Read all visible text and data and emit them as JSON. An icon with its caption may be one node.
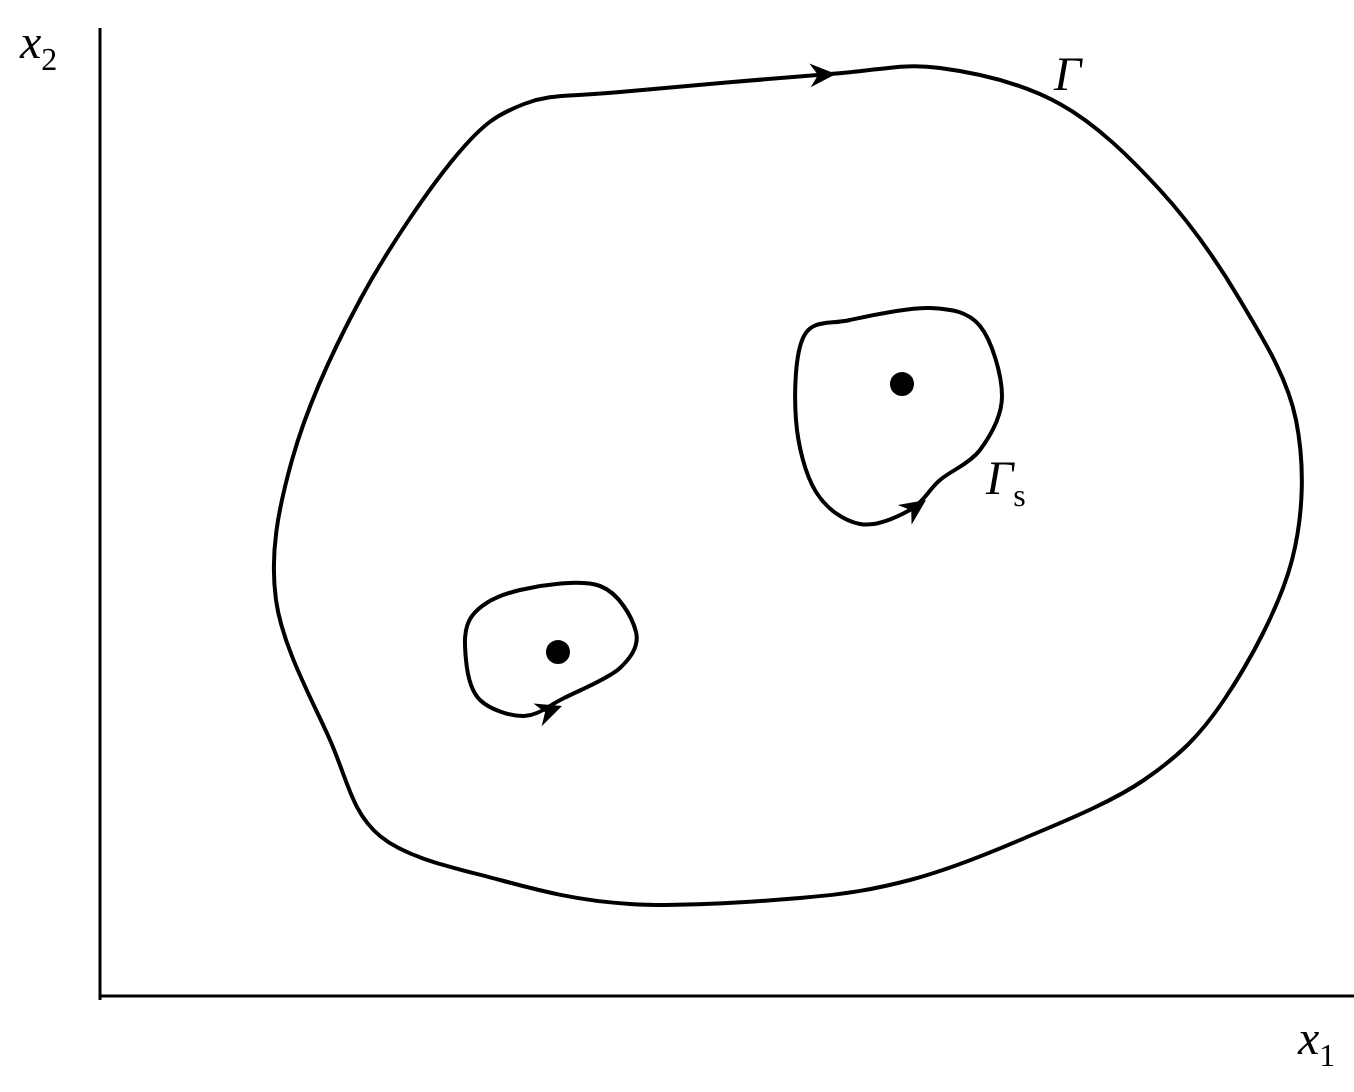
{
  "diagram": {
    "labels": [
      "x$_{2}$",
      "Γ",
      "Γ$_{s}$",
      "x$_{1}$"
    ]
  }
}
